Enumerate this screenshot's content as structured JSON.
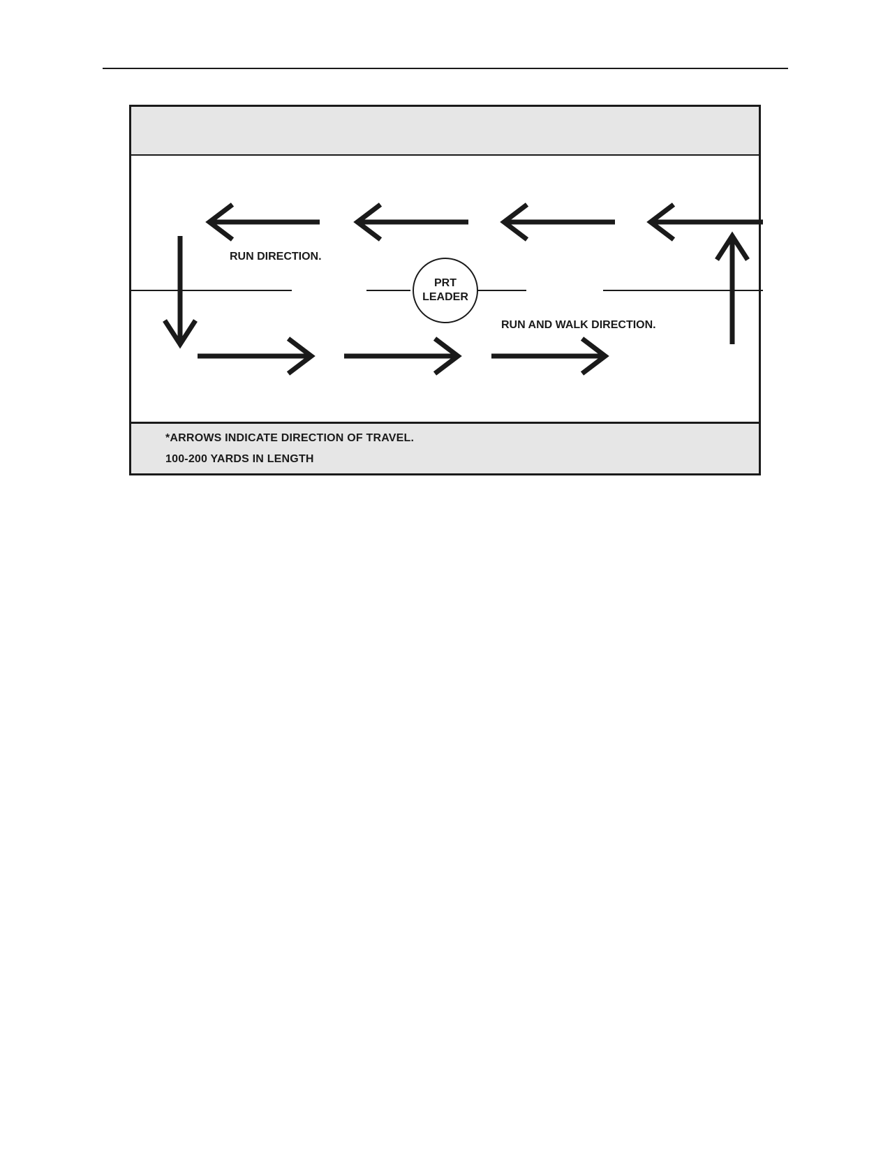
{
  "figure": {
    "labels": {
      "run_direction": "RUN DIRECTION.",
      "run_and_walk_direction": "RUN AND WALK DIRECTION.",
      "leader_line_1": "PRT",
      "leader_line_2": "LEADER"
    },
    "notes": {
      "line_1": "*ARROWS INDICATE DIRECTION OF TRAVEL.",
      "line_2": "100-200 YARDS IN LENGTH"
    }
  }
}
